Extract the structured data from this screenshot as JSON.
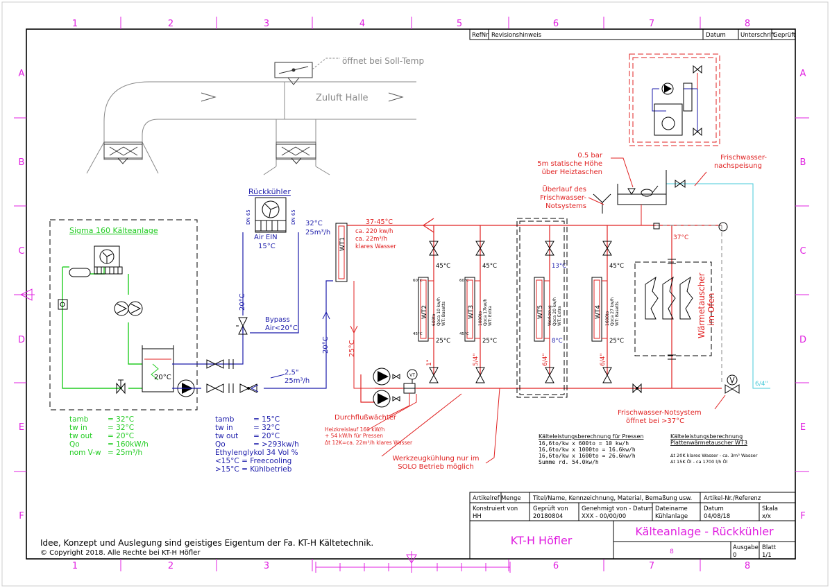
{
  "frame": {
    "columns": [
      "1",
      "2",
      "3",
      "4",
      "5",
      "6",
      "7",
      "8"
    ],
    "rows": [
      "A",
      "B",
      "C",
      "D",
      "E",
      "F"
    ]
  },
  "revision_table": {
    "headers": [
      "RefNr",
      "Revisionshinweis",
      "Datum",
      "Unterschrift",
      "Geprüft"
    ]
  },
  "hall": {
    "damper_label": "öffnet bei Soll-Temp",
    "supply_label": "Zuluft Halle"
  },
  "chiller": {
    "title": "Sigma 160 Kälteanlage",
    "tank_temp": "20°C",
    "specs": [
      [
        "tamb",
        "= 32°C"
      ],
      [
        "tw in",
        "= 32°C"
      ],
      [
        "tw out",
        "= 20°C"
      ],
      [
        "Qo",
        "= 160kW/h"
      ],
      [
        "nom V-w",
        "= 25m³/h"
      ]
    ]
  },
  "drycooler": {
    "title": "Rückkühler",
    "dn_left": "DN 65",
    "dn_right": "DN 65",
    "air_in": "Air EIN",
    "air_temp": "15°C",
    "out_temp": "32°C",
    "out_flow": "25m³/h",
    "return_temp": "20°C",
    "bypass_label": "Bypass",
    "bypass_air": "Air<20°C",
    "pipe_size": "2,5\"",
    "pipe_flow": "25m³/h",
    "specs": [
      [
        "tamb",
        "= 15°C"
      ],
      [
        "tw in",
        "= 32°C"
      ],
      [
        "tw out",
        "= 20°C"
      ],
      [
        "Qo",
        "= >293kw/h"
      ]
    ],
    "glycol": "Ethylenglykol 34 Vol %",
    "freecooling": "<15°C = Freecooling",
    "kuehlbetrieb": ">15°C = Kühlbetrieb"
  },
  "wt1": {
    "label": "WT1",
    "temp_in": "20°C",
    "temp_out": "25°C"
  },
  "heating": {
    "supply_temp": "37-45°C",
    "supply_flow1": "ca. 220 kw/h",
    "supply_flow2": "ca. 22m³/h",
    "supply_note": "klares Wasser",
    "flow_switch": "Durchflußwächter",
    "circuit_note1": "Heizkreislauf 160 kW/h",
    "circuit_note2": "+ 54 kW/h für Pressen",
    "circuit_note3": "Δt 12K=ca. 22m³/h  klares Wasser",
    "tool_cooling1": "Werkzeugkühlung nur im",
    "tool_cooling2": "SOLO Betrieb möglich",
    "vt_label": "VT"
  },
  "exchangers": [
    {
      "label": "WT2",
      "temp_top": "45°C",
      "temp_bot": "25°C",
      "oil_top": "60°C",
      "oil_bot": "45°C",
      "spec1": "600to",
      "spec2": "Qoca 10 kw/h",
      "spec3": "WT: Basetts",
      "pipe": "1\""
    },
    {
      "label": "WT3",
      "temp_top": "45°C",
      "temp_bot": "25°C",
      "oil_top": "60°C",
      "oil_bot": "45°C",
      "spec1": "1000to",
      "spec2": "Qoca 17kw/h",
      "spec3": "WT: Extra",
      "pipe": "5/4\""
    },
    {
      "label": "WT5",
      "temp_top": "13°C",
      "temp_bot": "8°C",
      "oil_top": "",
      "oil_bot": "",
      "spec1": "Werkzeug",
      "spec2": "Qoca 20 kw/h",
      "spec3": "WT: Extra",
      "pipe": "6/4\""
    },
    {
      "label": "WT4",
      "temp_top": "45°C",
      "temp_bot": "25°C",
      "oil_top": "",
      "oil_bot": "",
      "spec1": "1600to",
      "spec2": "Qoca 27 kw/h",
      "spec3": "WT: Basetts",
      "pipe": "6/4\""
    }
  ],
  "oven": {
    "temp": "37°C",
    "label1": "Wärmetauscher",
    "label2": "im Ofen"
  },
  "freshwater": {
    "pressure1": "0.5 bar",
    "pressure2": "5m statische Höhe",
    "pressure3": "über Heiztaschen",
    "overflow1": "Überlauf des",
    "overflow2": "Frischwasser-",
    "overflow3": "Notsystems",
    "refill1": "Frischwasser-",
    "refill2": "nachspeisung",
    "emergency1": "Frischwasser-Notsystem",
    "emergency2": "öffnet bei >37°C",
    "pipe": "6/4\""
  },
  "calc_presses": {
    "title": "Kälteleistungsberechnung für Pressen",
    "rows": [
      "16,6to/kw  x   600to  =  10 kw/h",
      "16,6to/kw  x  1000to  =  16.6kw/h",
      "16,6to/kw  x  1600to  =  26.6kw/h",
      "Summe               rd.       54.0kw/h"
    ]
  },
  "calc_plate": {
    "title1": "Kälteleistungsberechnung",
    "title2": "Plattenwärmetauscher WT3",
    "row1": "Δt 20K klares Wasser - ca. 3m³ Wasser",
    "row2": "Δt 15K Öl   -  ca 1700 l/h Öl"
  },
  "footer": {
    "ip_notice": "Idee, Konzept und Auslegung sind geistiges Eigentum der Fa. KT-H Kältetechnik.",
    "copyright": "© Copyright 2018. Alle Rechte bei KT-H Höfler"
  },
  "title_block": {
    "col_artikel": "Artikelref",
    "col_menge": "Menge",
    "col_title": "Titel/Name, Kennzeichnung, Material, Bemaßung usw.",
    "col_artnr": "Artikel-Nr./Referenz",
    "konstruiert_label": "Konstruiert von",
    "konstruiert_value": "HH",
    "geprueft_label": "Geprüft von",
    "geprueft_value": "20180804",
    "genehmigt_label": "Genehmigt von - Datum",
    "genehmigt_value": "XXX - 00/00/00",
    "dateiname_label": "Dateiname",
    "dateiname_value": "Kühlanlage",
    "datum_label": "Datum",
    "datum_value": "04/08/18",
    "skala_label": "Skala",
    "skala_value": "x/x",
    "company": "KT-H Höfler",
    "drawing_title": "Kälteanlage - Rückkühler",
    "drawing_no": "8",
    "ausgabe_label": "Ausgabe",
    "ausgabe_value": "0",
    "blatt_label": "Blatt",
    "blatt_value": "1/1"
  },
  "colors": {
    "frame": "#000000",
    "grid_marks": "#e020e0",
    "chiller": "#22cc22",
    "drycooler": "#1a1aaa",
    "heating": "#e02020",
    "freshwater": "#44c8d8",
    "company": "#e020e0"
  }
}
